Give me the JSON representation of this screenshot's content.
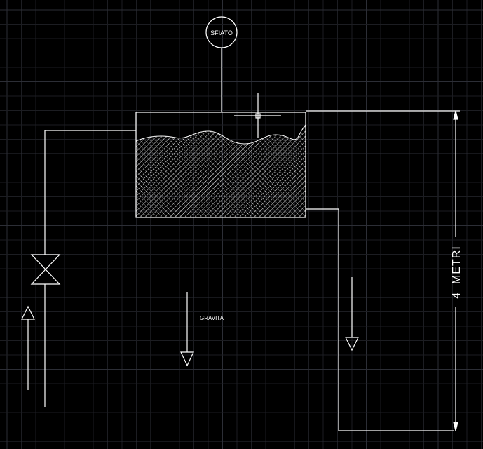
{
  "colors": {
    "background": "#000000",
    "grid_minor": "#1c1d22",
    "grid_major": "#2c2e36",
    "line": "#ffffff"
  },
  "labels": {
    "vent": "SFIATO",
    "gravity": "GRAVITA'",
    "height": "4  METRI"
  }
}
